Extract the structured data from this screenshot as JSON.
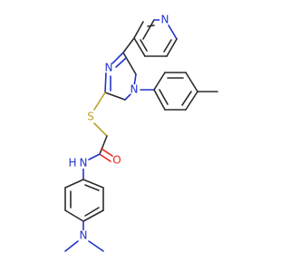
{
  "molecule": {
    "atoms": {
      "n_pyridine": {
        "label": "N",
        "color": "#2233cc"
      },
      "n_triazole_1": {
        "label": "N",
        "color": "#2233cc"
      },
      "n_triazole_2": {
        "label": "N",
        "color": "#2233cc"
      },
      "n_triazole_4": {
        "label": "N",
        "color": "#2233cc"
      },
      "s_thioether": {
        "label": "S",
        "color": "#b9a22a"
      },
      "o_carbonyl": {
        "label": "O",
        "color": "#e8261c"
      },
      "nh_amide": {
        "label": "N",
        "color": "#2233cc"
      },
      "h_amide": {
        "label": "H",
        "color": "#2233cc"
      },
      "n_dimethylamino": {
        "label": "N",
        "color": "#2233cc"
      }
    },
    "colors": {
      "carbon_bond": "#2b2b2b",
      "nitrogen": "#2233cc",
      "sulfur": "#b9a22a",
      "oxygen": "#e8261c",
      "background": "#ffffff"
    }
  }
}
